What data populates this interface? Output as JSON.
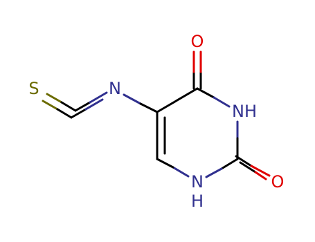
{
  "colors": {
    "carbon_bond": "#000000",
    "nitrogen": "#30308f",
    "oxygen": "#e00000",
    "sulfur": "#6b6b00"
  },
  "atoms": {
    "S": "S",
    "N_isothiocyanate": "N",
    "O_top": "O",
    "NH_right": "NH",
    "NH_bottom_N": "N",
    "NH_bottom_H": "H",
    "O_right": "O"
  }
}
